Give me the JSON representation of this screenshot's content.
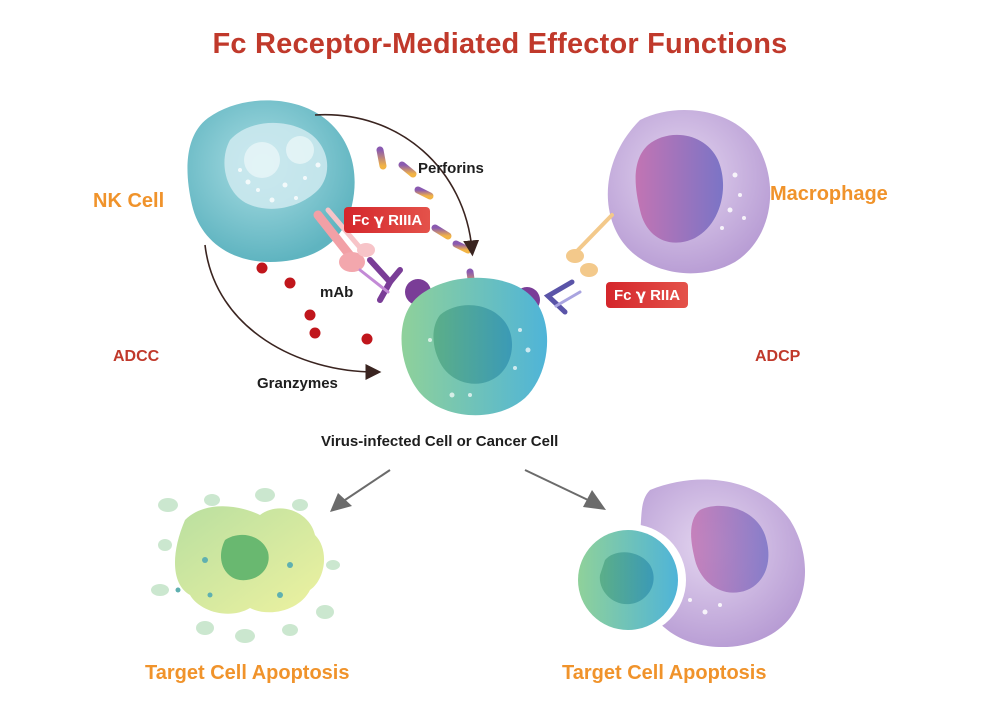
{
  "title": "Fc Receptor-Mediated  Effector Functions",
  "labels": {
    "nk_cell": "NK Cell",
    "macrophage": "Macrophage",
    "perforins": "Perforins",
    "mab": "mAb",
    "adcc": "ADCC",
    "adcp": "ADCP",
    "granzymes": "Granzymes",
    "target_cell": "Virus-infected Cell or Cancer Cell",
    "apoptosis_left": "Target Cell Apoptosis",
    "apoptosis_right": "Target Cell Apoptosis"
  },
  "receptors": {
    "fcgr3a": {
      "prefix": "Fc ",
      "greek": "γ",
      "suffix": " RIIIA"
    },
    "fcgr2a": {
      "prefix": "Fc ",
      "greek": "γ",
      "suffix": " RIIA"
    }
  },
  "colors": {
    "title": "#c0392b",
    "cell_label": "#f0932b",
    "mechanism_label": "#c0392b",
    "badge": "#d62d2d",
    "nk_cell": "#7ec7cf",
    "macrophage": "#b79ad3",
    "target_cell": "#5fbfa8",
    "granzyme_dot": "#c0161c"
  },
  "icons": [
    "nk-cell-icon",
    "macrophage-icon",
    "target-cell-icon",
    "antibody-icon",
    "fc-receptor-icon",
    "perforin-icon",
    "granzyme-icon",
    "apoptotic-cell-icon",
    "phagocytosis-icon"
  ]
}
